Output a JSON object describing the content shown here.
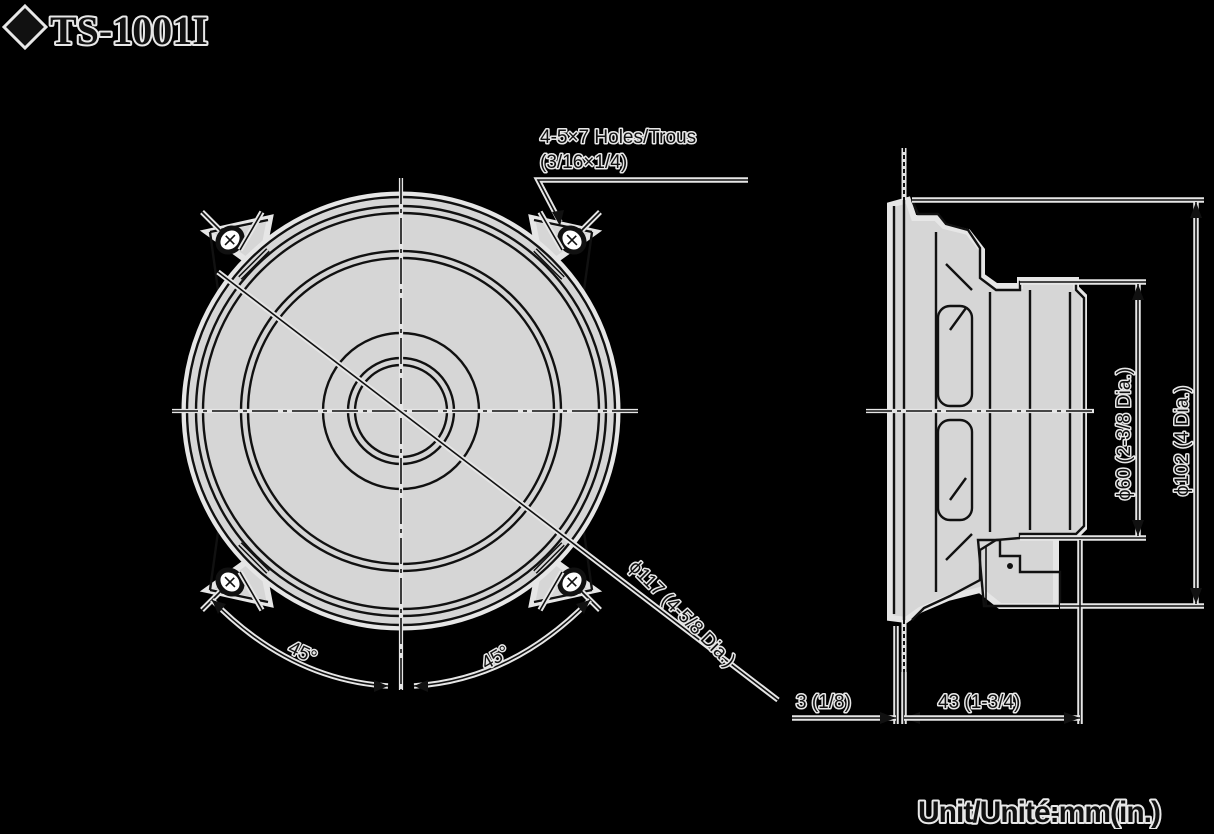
{
  "title": {
    "marker": "diamond",
    "model": "TS-1001I"
  },
  "front_view": {
    "holes_label_line1": "4-5×7 Holes/Trous",
    "holes_label_line2": "(3/16×1/4)",
    "angle_left": "45°",
    "angle_right": "45°",
    "mounting_diameter": "ϕ117 (4-5/8 Dia.)"
  },
  "side_view": {
    "magnet_diameter": "ϕ60 (2-3/8 Dia.)",
    "frame_diameter": "ϕ102 (4 Dia.)",
    "flange_thickness": "3 (1/8)",
    "mounting_depth": "43 (1-3/4)"
  },
  "footer": {
    "unit_label": "Unit/Unité:mm(in.)"
  },
  "colors": {
    "background": "#000000",
    "line": "#111111",
    "fill": "#d6d6d6",
    "halo": "#e6e6e6"
  }
}
